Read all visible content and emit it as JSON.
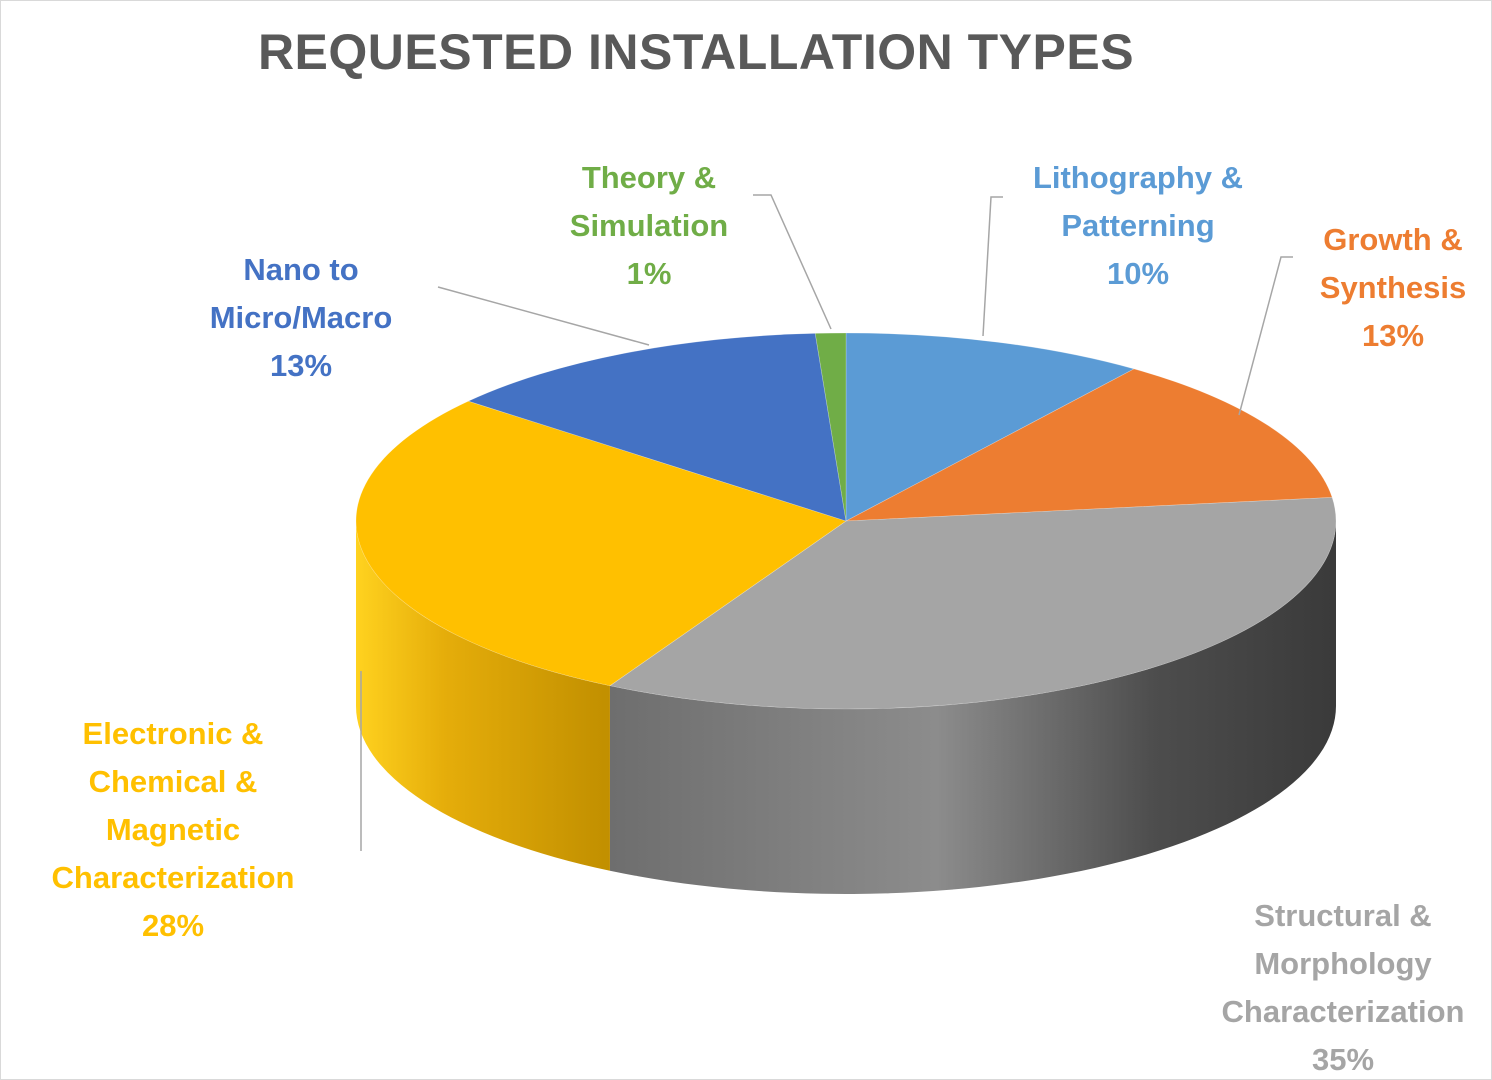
{
  "chart_data": {
    "type": "pie",
    "title": "REQUESTED INSTALLATION TYPES",
    "slices": [
      {
        "label_lines": [
          "Lithography &",
          "Patterning"
        ],
        "value": 10,
        "value_label": "10%",
        "color": "#5b9bd5"
      },
      {
        "label_lines": [
          "Growth &",
          "Synthesis"
        ],
        "value": 13,
        "value_label": "13%",
        "color": "#ed7d31"
      },
      {
        "label_lines": [
          "Structural &",
          "Morphology",
          "Characterization"
        ],
        "value": 35,
        "value_label": "35%",
        "color": "#a5a5a5"
      },
      {
        "label_lines": [
          "Electronic &",
          "Chemical &",
          "Magnetic",
          "Characterization"
        ],
        "value": 28,
        "value_label": "28%",
        "color": "#ffc000"
      },
      {
        "label_lines": [
          "Nano to",
          "Micro/Macro"
        ],
        "value": 13,
        "value_label": "13%",
        "color": "#4472c4"
      },
      {
        "label_lines": [
          "Theory &",
          "Simulation"
        ],
        "value": 1,
        "value_label": "1%",
        "color": "#70ad47"
      }
    ],
    "legend": "none",
    "three_d": true
  }
}
